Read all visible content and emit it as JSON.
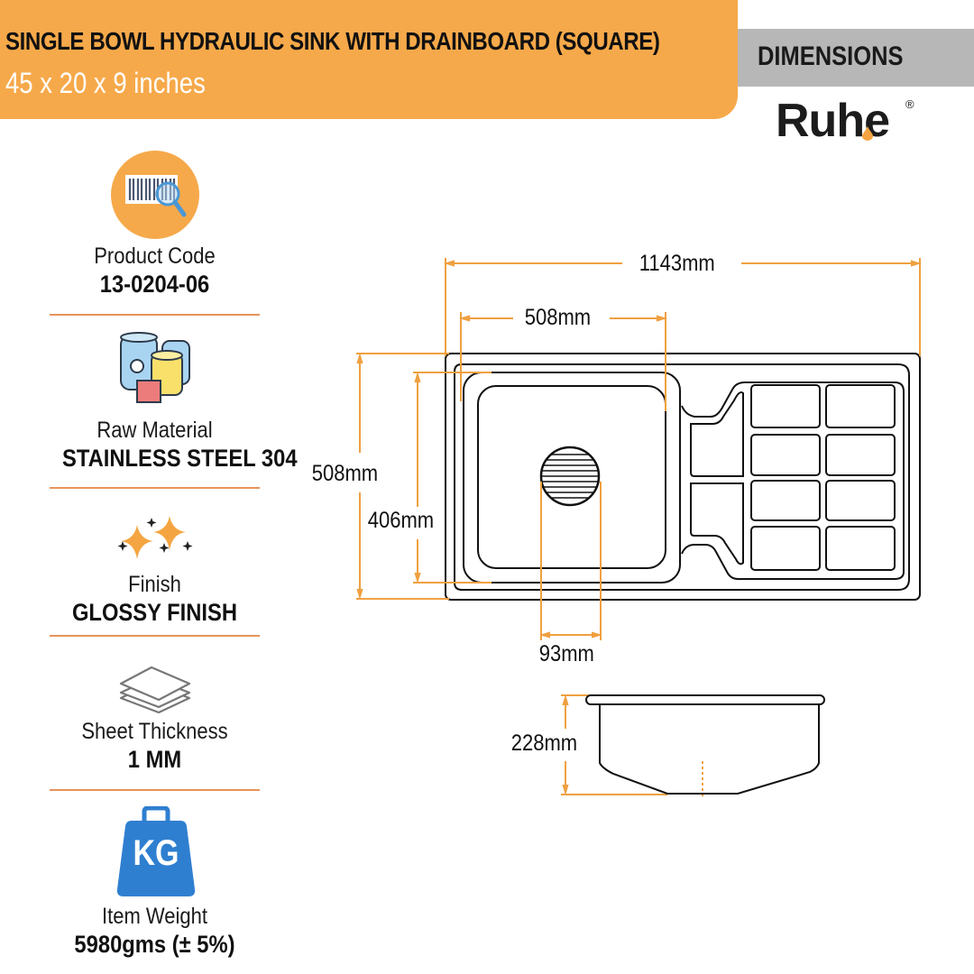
{
  "header": {
    "title": "SINGLE BOWL HYDRAULIC SINK WITH DRAINBOARD (SQUARE)",
    "subtitle": "45 x 20 x 9 inches",
    "section_label": "DIMENSIONS",
    "brand": "Ruhe",
    "brand_mark": "®"
  },
  "colors": {
    "banner": "#f6a94a",
    "tab": "#b7b7b7",
    "dimension_line": "#f0a040",
    "rule": "#e8935a",
    "weight_icon": "#2f7fd0"
  },
  "specs": [
    {
      "icon": "barcode-search-icon",
      "label": "Product Code",
      "value": "13-0204-06"
    },
    {
      "icon": "raw-material-drums-icon",
      "label": "Raw Material",
      "value": "STAINLESS STEEL 304"
    },
    {
      "icon": "sparkle-icon",
      "label": "Finish",
      "value": "GLOSSY FINISH"
    },
    {
      "icon": "sheets-stack-icon",
      "label": "Sheet Thickness",
      "value": "1 MM"
    },
    {
      "icon": "weight-icon",
      "label": "Item Weight",
      "value": "5980gms (± 5%)",
      "icon_text": "KG"
    }
  ],
  "dimensions": {
    "overall_length": "1143mm",
    "bowl_length": "508mm",
    "overall_width": "508mm",
    "bowl_width": "406mm",
    "drain_diameter": "93mm",
    "bowl_depth": "228mm"
  }
}
